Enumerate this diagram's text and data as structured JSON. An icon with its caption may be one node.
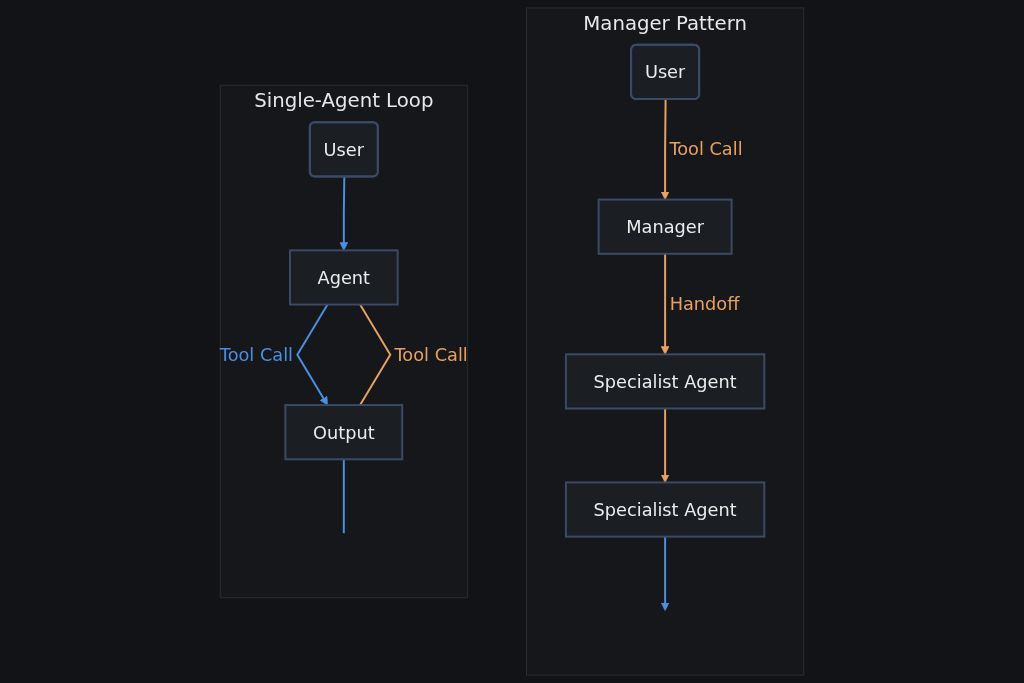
{
  "diagram": {
    "nodes": [
      {
        "text": [
          "Single-Agent Loop"
        ]
      },
      {
        "text": [
          "User"
        ],
        "in": 0
      },
      {
        "text": [
          "Agent"
        ],
        "in": 0
      },
      {
        "text": [
          "Output"
        ],
        "in": 0
      },
      {
        "text": [
          "Manager Pattern"
        ]
      },
      {
        "text": [
          "User"
        ],
        "in": 4
      },
      {
        "text": [
          "Manager"
        ],
        "in": 4
      },
      {
        "text": [
          "Specialist Agent"
        ],
        "in": 4
      },
      {
        "text": [
          "Specialist Agent"
        ],
        "in": 4
      }
    ],
    "edges": [
      {
        "from": 1,
        "to": 2,
        "arrow": "to",
        "color": "#4a90e2"
      },
      {
        "from": 2,
        "to": 3,
        "arrow": "to",
        "label": "Tool Call",
        "color": "#4a90e2"
      },
      {
        "from": 2,
        "to": 3,
        "arrow": "none",
        "label": "Tool Call",
        "color": "#e8a25e"
      },
      {
        "from": 3,
        "to": null,
        "arrow": "none",
        "color": "#4a90e2"
      },
      {
        "from": 5,
        "to": 6,
        "arrow": "to",
        "label": "Tool Call",
        "color": "#e8a25e"
      },
      {
        "from": 6,
        "to": 7,
        "arrow": "to",
        "label": "Handoff",
        "color": "#e8a25e"
      },
      {
        "from": 7,
        "to": 8,
        "arrow": "to",
        "color": "#e8a25e"
      },
      {
        "from": 8,
        "to": null,
        "arrow": "to",
        "color": "#4a90e2"
      }
    ]
  }
}
